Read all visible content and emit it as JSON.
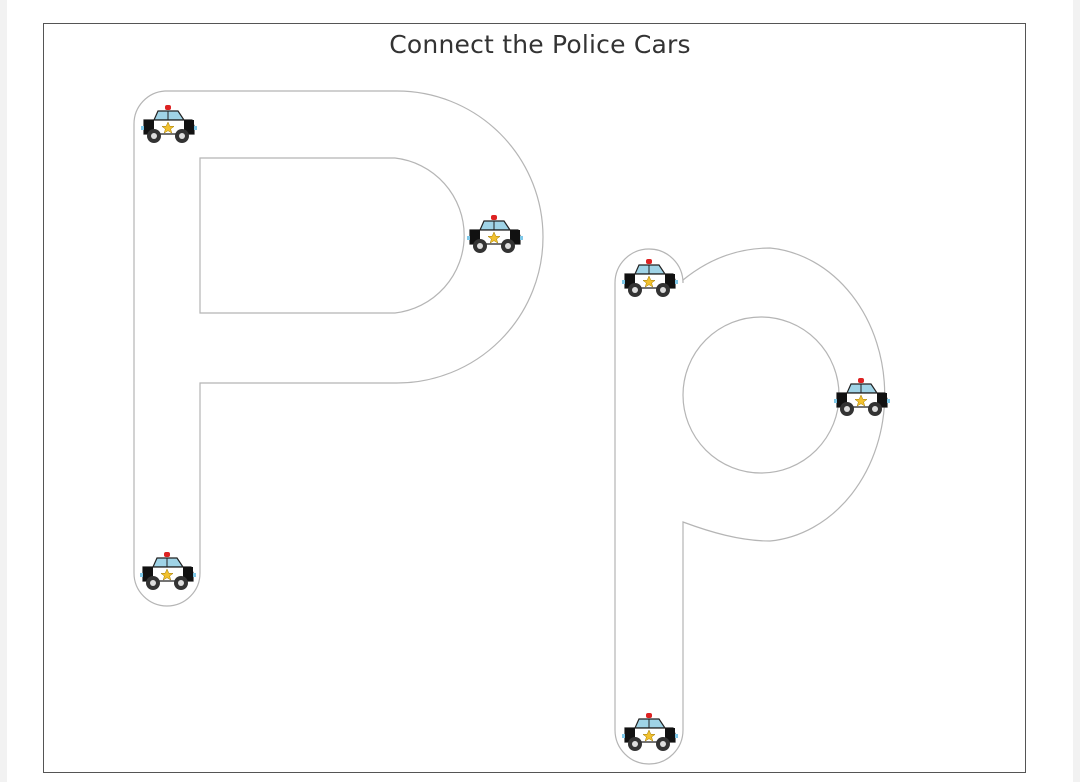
{
  "worksheet": {
    "title": "Connect the Police Cars",
    "letters": [
      "P",
      "p"
    ]
  }
}
